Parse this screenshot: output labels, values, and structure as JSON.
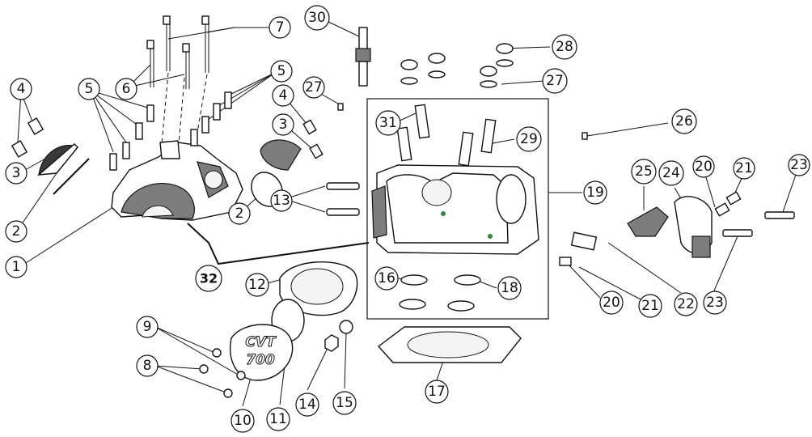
{
  "diagram": {
    "callouts": {
      "c1": "1",
      "c2a": "2",
      "c2b": "2",
      "c3a": "3",
      "c3b": "3",
      "c4a": "4",
      "c4b": "4",
      "c5a": "5",
      "c5b": "5",
      "c6": "6",
      "c7": "7",
      "c8": "8",
      "c9": "9",
      "c10": "10",
      "c11": "11",
      "c12": "12",
      "c13": "13",
      "c14": "14",
      "c15": "15",
      "c16": "16",
      "c17": "17",
      "c18": "18",
      "c19": "19",
      "c20a": "20",
      "c20b": "20",
      "c21a": "21",
      "c21b": "21",
      "c22": "22",
      "c23a": "23",
      "c23b": "23",
      "c24": "24",
      "c25": "25",
      "c26": "26",
      "c27a": "27",
      "c27b": "27",
      "c28": "28",
      "c29": "29",
      "c30": "30",
      "c31": "31",
      "c32": "32"
    },
    "cover_logo": {
      "line1": "CVT",
      "line2": "700"
    }
  }
}
